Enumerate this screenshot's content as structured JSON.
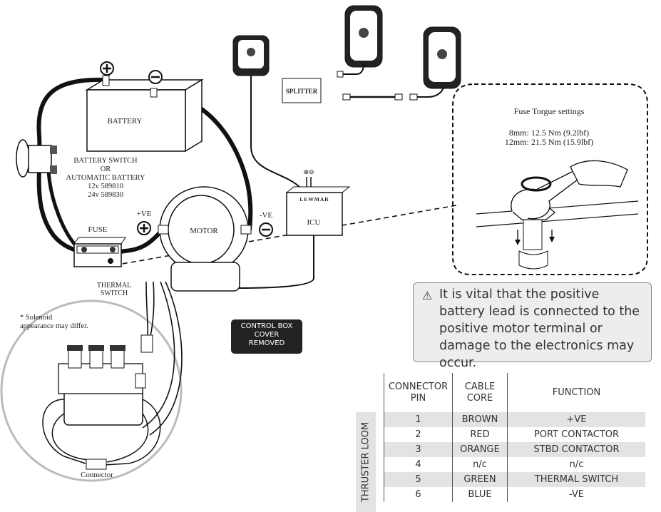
{
  "labels": {
    "battery": "BATTERY",
    "battery_switch": [
      "BATTERY SWITCH",
      "OR",
      "AUTOMATIC BATTERY",
      "12v 589810",
      "24v 589830"
    ],
    "fuse": "FUSE",
    "pos_ve": "+VE",
    "neg_ve": "-VE",
    "motor": "MOTOR",
    "icu": "ICU",
    "icu_brand": "LEWMAR",
    "splitter": "SPLITTER",
    "thermal_switch": [
      "THERMAL",
      "SWITCH"
    ],
    "solenoid_note": [
      "* Solenoid",
      "appearance may differ."
    ],
    "connector": "Connector",
    "control_box": [
      "CONTROL BOX",
      "COVER",
      "REMOVED"
    ]
  },
  "fuse_torque": {
    "title": "Fuse Torgue settings",
    "lines": [
      "8mm: 12.5 Nm (9.2lbf)",
      "12mm: 21.5 Nm (15.9lbf)"
    ]
  },
  "warning": {
    "icon": "warning-icon",
    "text": "It is vital that the positive battery lead is connected to the positive motor terminal or damage to the electronics may occur."
  },
  "pin_table": {
    "headers": [
      "CONNECTOR PIN",
      "CABLE CORE",
      "FUNCTION"
    ],
    "group_label": "THRUSTER LOOM",
    "rows": [
      {
        "pin": "1",
        "core": "BROWN",
        "function": "+VE"
      },
      {
        "pin": "2",
        "core": "RED",
        "function": "PORT CONTACTOR"
      },
      {
        "pin": "3",
        "core": "ORANGE",
        "function": "STBD CONTACTOR"
      },
      {
        "pin": "4",
        "core": "n/c",
        "function": "n/c"
      },
      {
        "pin": "5",
        "core": "GREEN",
        "function": "THERMAL SWITCH"
      },
      {
        "pin": "6",
        "core": "BLUE",
        "function": "-VE"
      }
    ]
  },
  "colors": {
    "line": "#111111",
    "shade": "#e3e3e3",
    "warning_bg": "#ededed",
    "control_box_bg": "#222222"
  }
}
